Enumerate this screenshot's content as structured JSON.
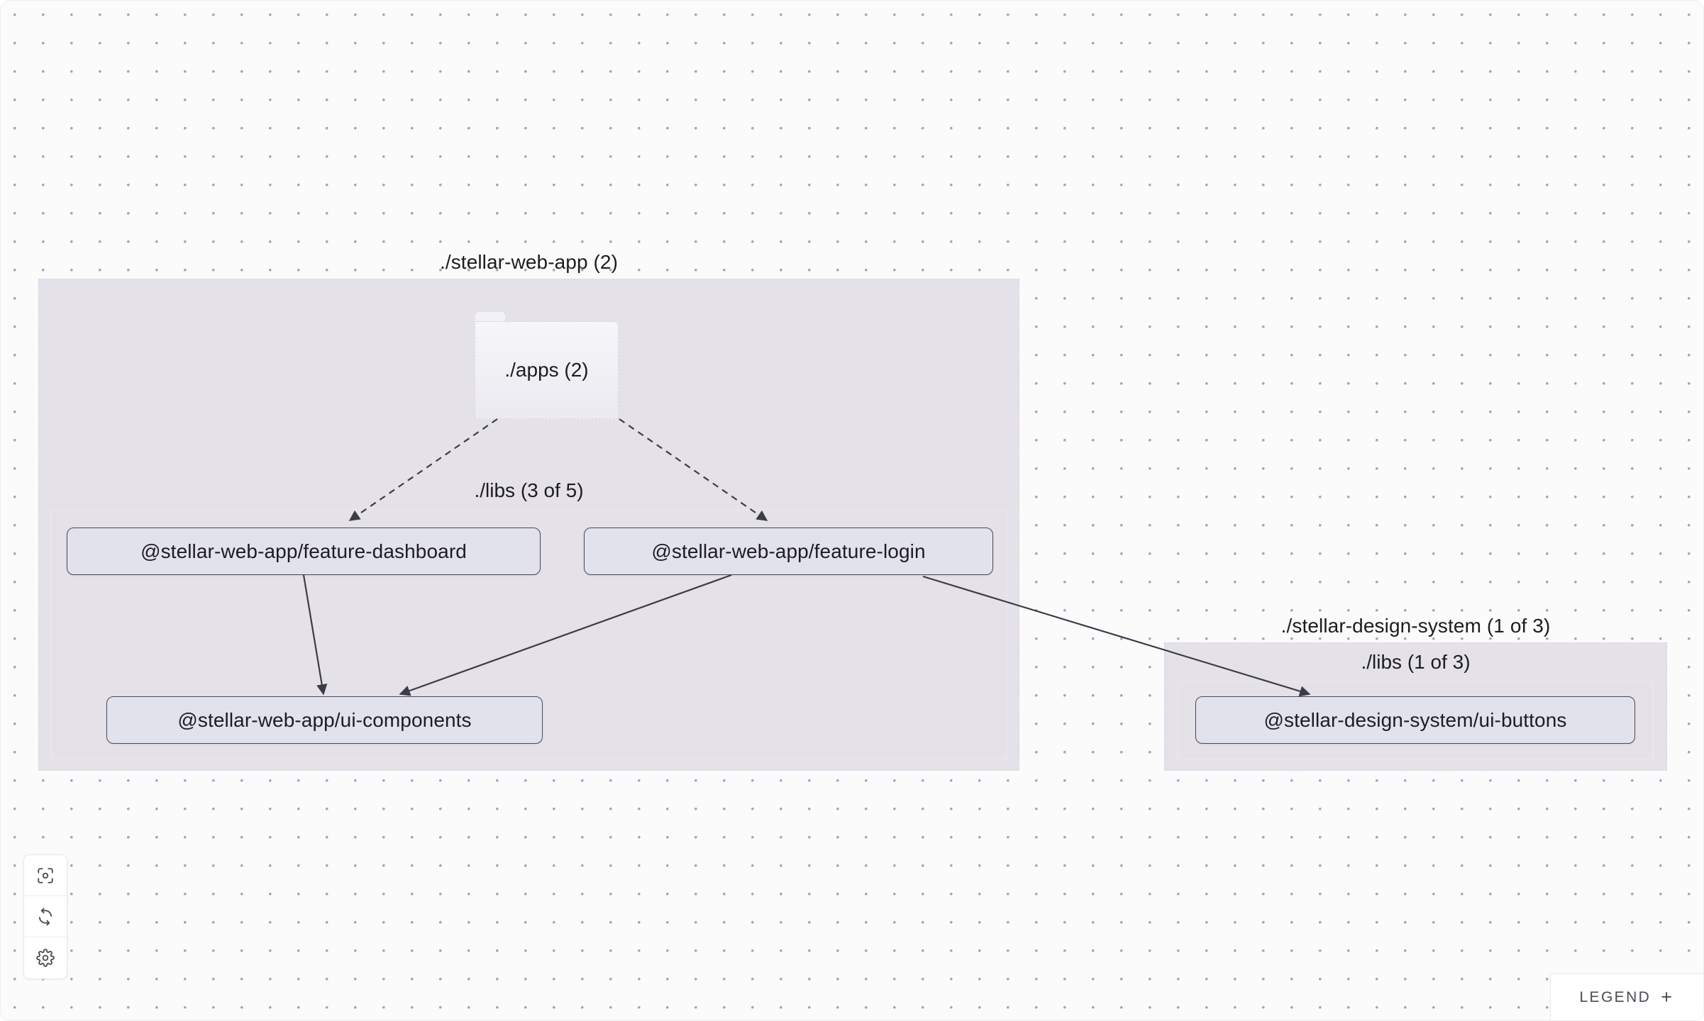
{
  "app": {
    "canvas_background": "#fbfbfc",
    "dot_color": "#9ba8bb",
    "container_color": "#e4e1e9",
    "node_fill": "#e2e2ed",
    "node_border": "#4b4a57",
    "edge_color": "#3c3c46"
  },
  "graph": {
    "projects": [
      {
        "id": "stellar-web-app",
        "label": "./stellar-web-app (2)",
        "groups": [
          {
            "id": "libs-web-app",
            "label": "./libs (3 of 5)"
          }
        ],
        "folders": [
          {
            "id": "apps",
            "label": "./apps (2)"
          }
        ],
        "nodes": [
          {
            "id": "feature-dashboard",
            "label": "@stellar-web-app/feature-dashboard"
          },
          {
            "id": "feature-login",
            "label": "@stellar-web-app/feature-login"
          },
          {
            "id": "ui-components",
            "label": "@stellar-web-app/ui-components"
          }
        ]
      },
      {
        "id": "stellar-design-system",
        "label": "./stellar-design-system (1 of 3)",
        "groups": [
          {
            "id": "libs-design-system",
            "label": "./libs (1 of 3)"
          }
        ],
        "folders": [],
        "nodes": [
          {
            "id": "ui-buttons",
            "label": "@stellar-design-system/ui-buttons"
          }
        ]
      }
    ],
    "edges": [
      {
        "from": "apps",
        "to": "feature-dashboard",
        "style": "dashed"
      },
      {
        "from": "apps",
        "to": "feature-login",
        "style": "dashed"
      },
      {
        "from": "feature-dashboard",
        "to": "ui-components",
        "style": "solid"
      },
      {
        "from": "feature-login",
        "to": "ui-components",
        "style": "solid"
      },
      {
        "from": "feature-login",
        "to": "ui-buttons",
        "style": "solid"
      }
    ]
  },
  "controls": {
    "buttons": [
      {
        "id": "focus",
        "icon": "focus-target-icon",
        "label": "Focus graph"
      },
      {
        "id": "refresh",
        "icon": "refresh-icon",
        "label": "Refresh graph"
      },
      {
        "id": "settings",
        "icon": "gear-icon",
        "label": "Settings"
      }
    ]
  },
  "legend": {
    "text": "LEGEND",
    "expand_glyph": "+"
  }
}
